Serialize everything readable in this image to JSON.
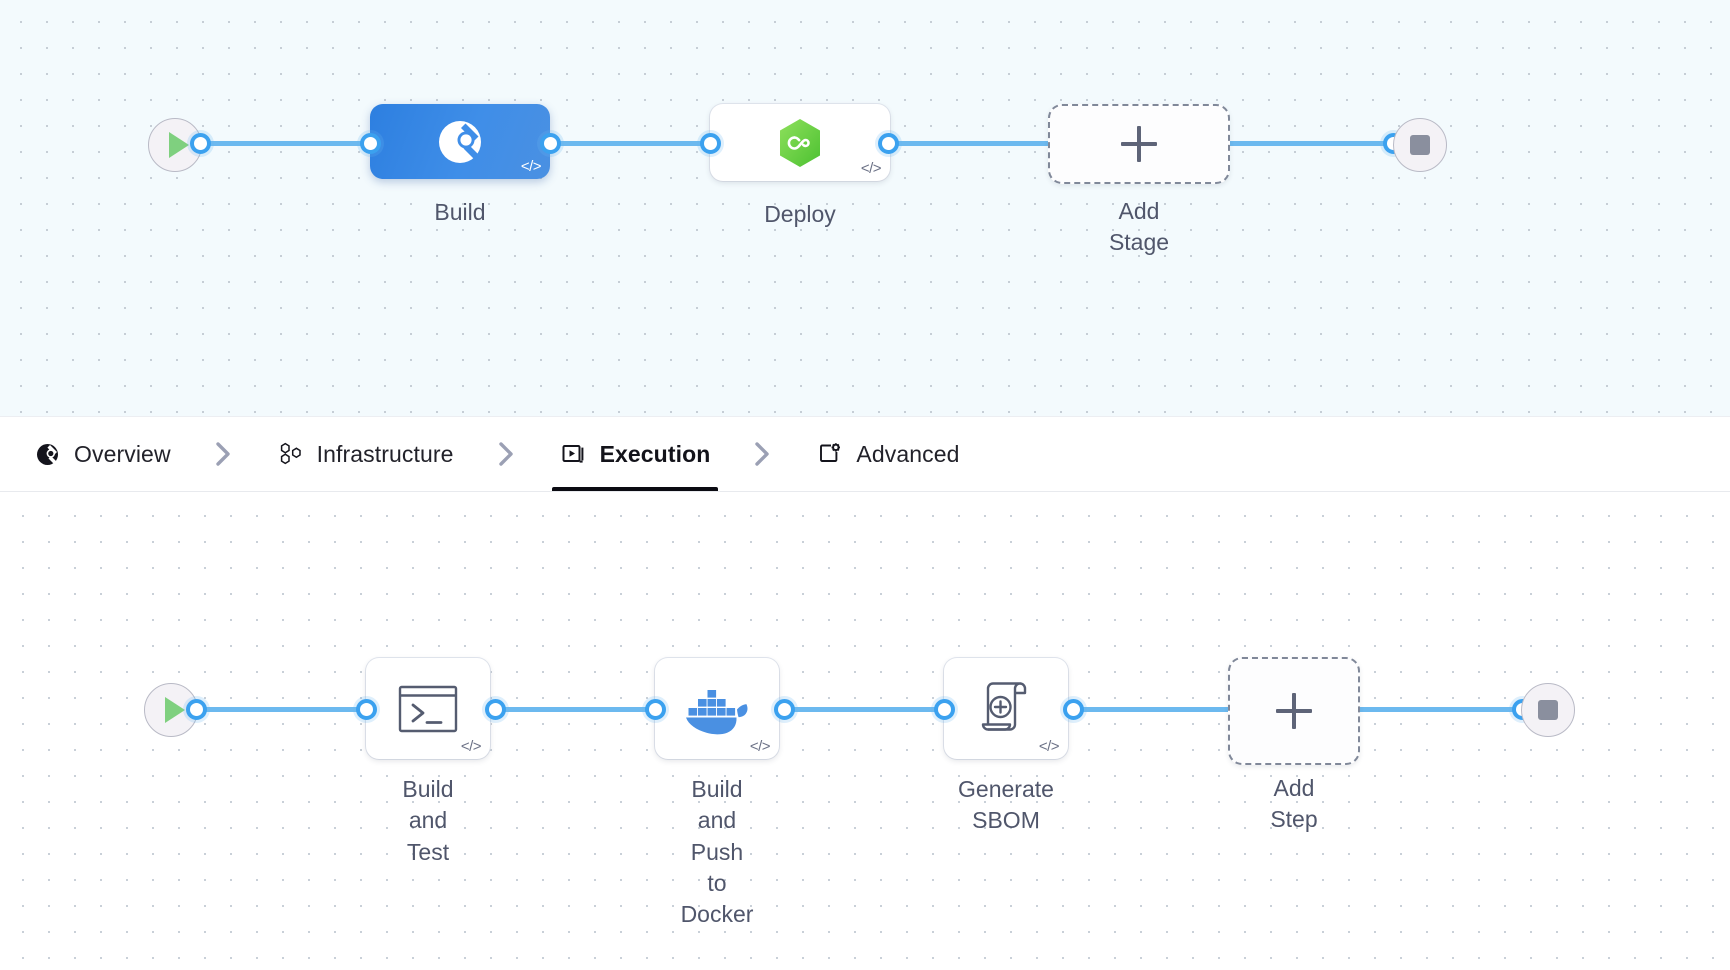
{
  "theme": {
    "accent_blue": "#3ba1ef",
    "link_blue": "#6cb9ef",
    "stage_gradient_from": "#2d7fe0",
    "stage_gradient_to": "#4a90e2",
    "deploy_green": "#6dd44a",
    "docker_blue": "#4a90e2",
    "start_green": "#7fd07f",
    "end_gray": "#8a8f9e",
    "label_gray": "#50566b",
    "canvas_top_bg": "#f3fafd",
    "canvas_bottom_bg": "#ffffff"
  },
  "stage_canvas": {
    "name": "pipeline-stages-canvas",
    "start_node": {
      "name": "start-node",
      "icon": "play-icon"
    },
    "end_node": {
      "name": "end-node",
      "icon": "stop-icon"
    },
    "stages": [
      {
        "label": "Build",
        "icon": "harness-ci-icon",
        "badge": "</>",
        "selected": true
      },
      {
        "label": "Deploy",
        "icon": "harness-cd-hex-icon",
        "badge": "</>",
        "selected": false
      }
    ],
    "add_stage": {
      "label": "Add Stage",
      "icon": "plus-icon"
    }
  },
  "tabbar": {
    "name": "stage-config-tabs",
    "separator_icon": "chevron-right-icon",
    "tabs": [
      {
        "label": "Overview",
        "icon": "overview-circle-icon",
        "active": false
      },
      {
        "label": "Infrastructure",
        "icon": "hexagons-icon",
        "active": false
      },
      {
        "label": "Execution",
        "icon": "execution-play-box-icon",
        "active": true
      },
      {
        "label": "Advanced",
        "icon": "advanced-gear-box-icon",
        "active": false
      }
    ]
  },
  "step_canvas": {
    "name": "execution-steps-canvas",
    "start_node": {
      "name": "start-node",
      "icon": "play-icon"
    },
    "end_node": {
      "name": "end-node",
      "icon": "stop-icon"
    },
    "steps": [
      {
        "label": "Build and Test",
        "icon": "terminal-icon",
        "badge": "</>"
      },
      {
        "label": "Build and Push\nto Docker",
        "icon": "docker-whale-icon",
        "badge": "</>"
      },
      {
        "label": "Generate SBOM",
        "icon": "sbom-scroll-icon",
        "badge": "</>"
      }
    ],
    "add_step": {
      "label": "Add Step",
      "icon": "plus-icon"
    }
  }
}
